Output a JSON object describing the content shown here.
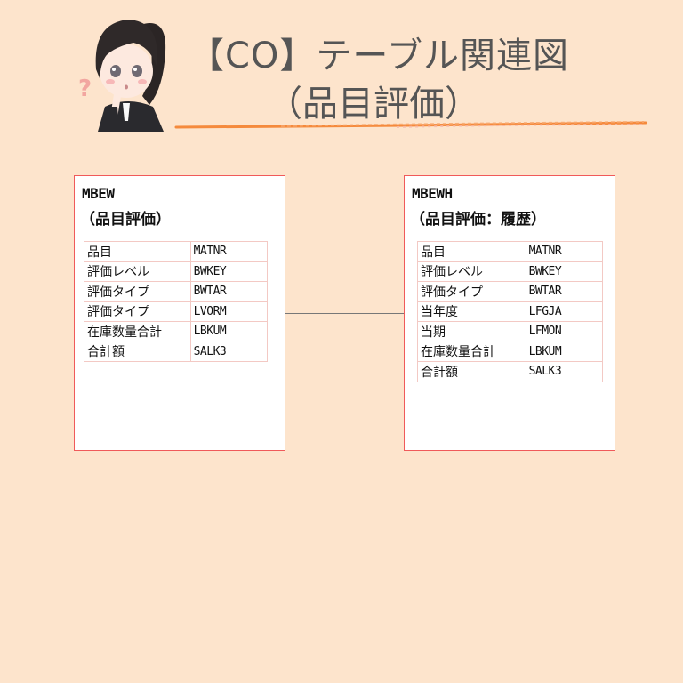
{
  "header": {
    "title_line1": "【CO】テーブル関連図",
    "title_line2": "（品目評価）",
    "avatar": "thinking-girl-character-icon",
    "question_mark": "?",
    "underline_color": "#f58a3c"
  },
  "colors": {
    "background": "#fde4cc",
    "entity_border": "#f05a5a",
    "cell_border": "#f3c9c4",
    "connector": "#777777"
  },
  "entities": [
    {
      "name": "MBEW",
      "description": "（品目評価）",
      "fields": [
        {
          "label": "品目",
          "code": "MATNR"
        },
        {
          "label": "評価レベル",
          "code": "BWKEY"
        },
        {
          "label": "評価タイプ",
          "code": "BWTAR"
        },
        {
          "label": "評価タイプ",
          "code": "LVORM"
        },
        {
          "label": "在庫数量合計",
          "code": "LBKUM"
        },
        {
          "label": "合計額",
          "code": "SALK3"
        }
      ]
    },
    {
      "name": "MBEWH",
      "description": "（品目評価：履歴）",
      "fields": [
        {
          "label": "品目",
          "code": "MATNR"
        },
        {
          "label": "評価レベル",
          "code": "BWKEY"
        },
        {
          "label": "評価タイプ",
          "code": "BWTAR"
        },
        {
          "label": "当年度",
          "code": "LFGJA"
        },
        {
          "label": "当期",
          "code": "LFMON"
        },
        {
          "label": "在庫数量合計",
          "code": "LBKUM"
        },
        {
          "label": "合計額",
          "code": "SALK3"
        }
      ]
    }
  ],
  "relations": [
    {
      "from": "MBEW",
      "to": "MBEWH"
    }
  ]
}
